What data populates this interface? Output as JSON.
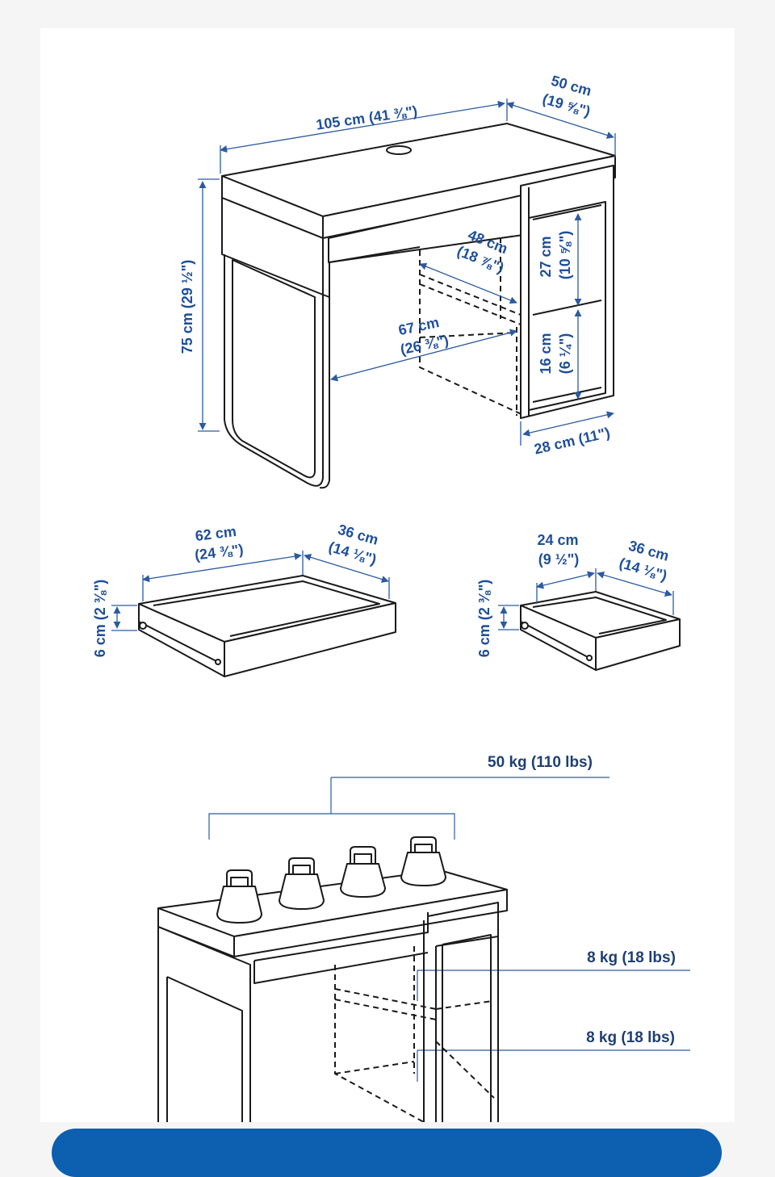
{
  "desk": {
    "width": "105 cm (41 ⅜\")",
    "depth_cm": "50 cm",
    "depth_in": "(19 ⅝\")",
    "height": "75 cm (29 ½\")",
    "shelf_depth_cm": "48 cm",
    "shelf_depth_in": "(18 ⅞\")",
    "knee_width_cm": "67 cm",
    "knee_width_in": "(26 ⅜\")",
    "upper_shelf_cm": "27 cm",
    "upper_shelf_in": "(10 ⅝\")",
    "lower_shelf_cm": "16 cm",
    "lower_shelf_in": "(6 ¼\")",
    "cabinet_width": "28 cm (11\")"
  },
  "large_drawer": {
    "width_cm": "62 cm",
    "width_in": "(24 ⅜\")",
    "depth_cm": "36 cm",
    "depth_in": "(14 ⅛\")",
    "height": "6 cm (2 ⅜\")"
  },
  "small_drawer": {
    "width_cm": "24 cm",
    "width_in": "(9 ½\")",
    "depth_cm": "36 cm",
    "depth_in": "(14 ⅛\")",
    "height": "6 cm (2 ⅜\")"
  },
  "loads": {
    "top": "50 kg (110 lbs)",
    "shelf_upper": "8 kg (18 lbs)",
    "shelf_lower": "8 kg (18 lbs)"
  }
}
